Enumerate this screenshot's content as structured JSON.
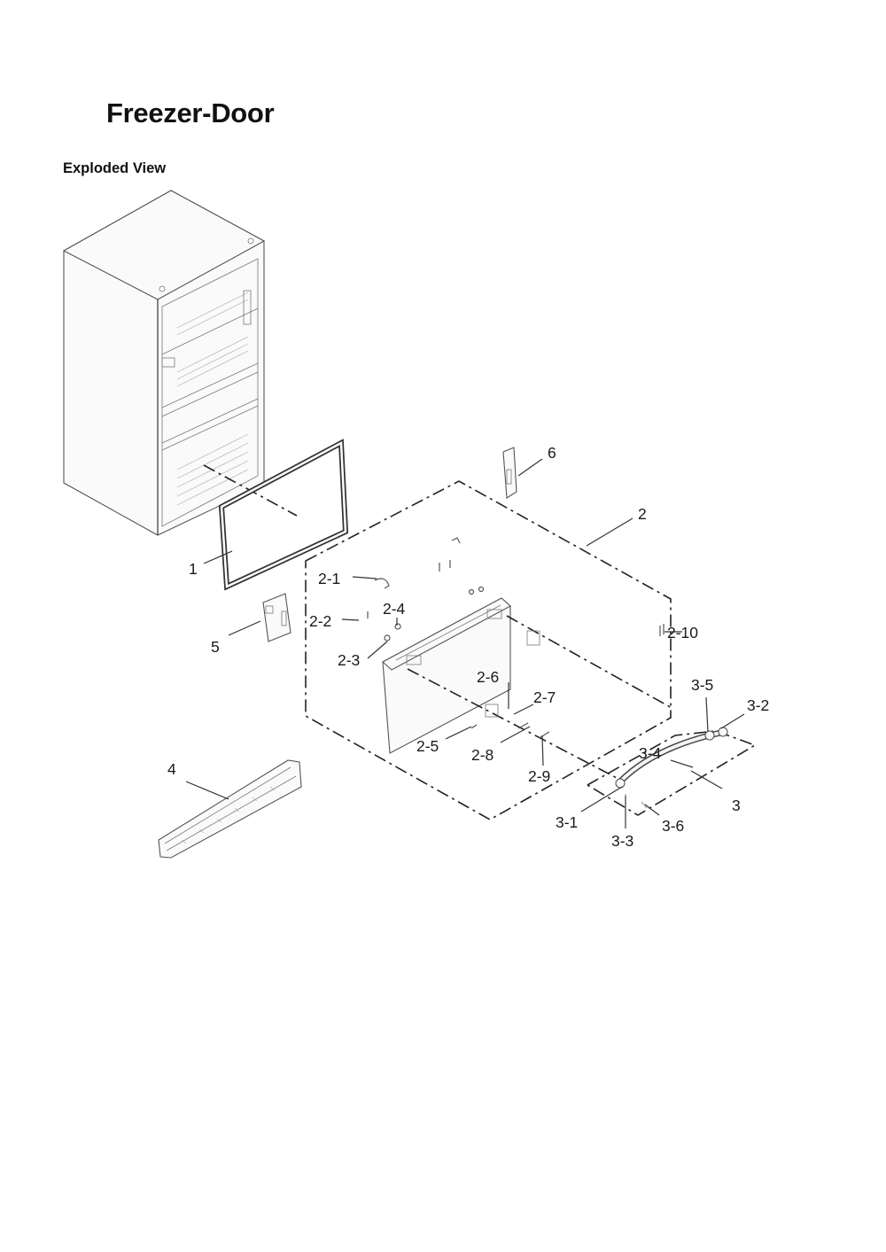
{
  "page": {
    "title": "Freezer-Door",
    "subtitle": "Exploded View"
  },
  "callouts": [
    {
      "id": "c1",
      "text": "1"
    },
    {
      "id": "c2",
      "text": "2"
    },
    {
      "id": "c2_1",
      "text": "2-1"
    },
    {
      "id": "c2_2",
      "text": "2-2"
    },
    {
      "id": "c2_3",
      "text": "2-3"
    },
    {
      "id": "c2_4",
      "text": "2-4"
    },
    {
      "id": "c2_5",
      "text": "2-5"
    },
    {
      "id": "c2_6",
      "text": "2-6"
    },
    {
      "id": "c2_7",
      "text": "2-7"
    },
    {
      "id": "c2_8",
      "text": "2-8"
    },
    {
      "id": "c2_9",
      "text": "2-9"
    },
    {
      "id": "c2_10",
      "text": "2-10"
    },
    {
      "id": "c3",
      "text": "3"
    },
    {
      "id": "c3_1",
      "text": "3-1"
    },
    {
      "id": "c3_2",
      "text": "3-2"
    },
    {
      "id": "c3_3",
      "text": "3-3"
    },
    {
      "id": "c3_4",
      "text": "3-4"
    },
    {
      "id": "c3_5",
      "text": "3-5"
    },
    {
      "id": "c3_6",
      "text": "3-6"
    },
    {
      "id": "c4",
      "text": "4"
    },
    {
      "id": "c5",
      "text": "5"
    },
    {
      "id": "c6",
      "text": "6"
    }
  ]
}
